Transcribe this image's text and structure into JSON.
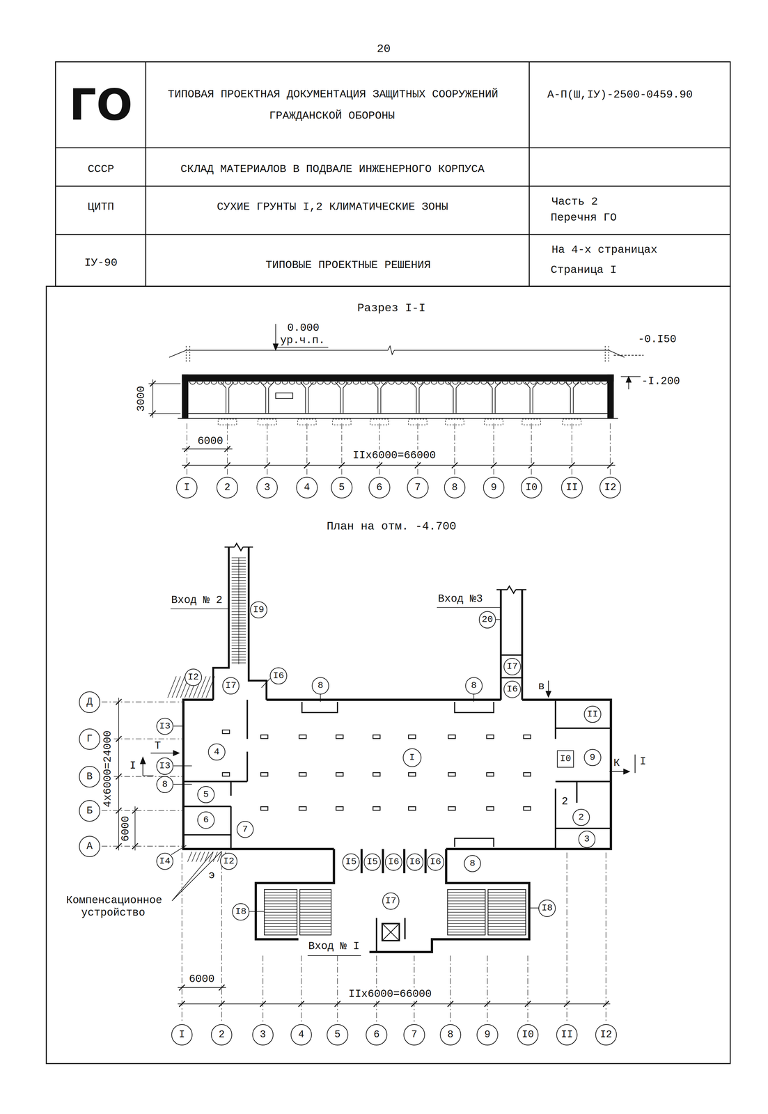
{
  "diagram": {
    "title": "ТИПОВАЯ ПРОЕКТНАЯ ДОКУМЕНТАЦИЯ ЗАЩИТНЫХ СООРУЖЕНИЙ ГРАЖДАНСКОЙ ОБОРОНЫ",
    "nodes": [
      {
        "text": [
          "I"
        ]
      },
      {
        "text": [
          "2"
        ]
      },
      {
        "text": [
          "3"
        ]
      },
      {
        "text": [
          "4"
        ]
      },
      {
        "text": [
          "5"
        ]
      },
      {
        "text": [
          "6"
        ]
      },
      {
        "text": [
          "7"
        ]
      },
      {
        "text": [
          "8"
        ]
      },
      {
        "text": [
          "9"
        ]
      },
      {
        "text": [
          "I0"
        ]
      },
      {
        "text": [
          "II"
        ]
      },
      {
        "text": [
          "I2"
        ]
      },
      {
        "text": [
          "I9"
        ]
      },
      {
        "text": [
          "20"
        ]
      },
      {
        "text": [
          "I7"
        ]
      },
      {
        "text": [
          "I2"
        ]
      },
      {
        "text": [
          "I6"
        ]
      },
      {
        "text": [
          "I7"
        ]
      },
      {
        "text": [
          "8"
        ]
      },
      {
        "text": [
          "8"
        ]
      },
      {
        "text": [
          "I6"
        ]
      },
      {
        "text": [
          "Д"
        ]
      },
      {
        "text": [
          "II"
        ]
      },
      {
        "text": [
          "I3"
        ]
      },
      {
        "text": [
          "Г"
        ]
      },
      {
        "text": [
          "4"
        ]
      },
      {
        "text": [
          "I"
        ]
      },
      {
        "text": [
          "9"
        ]
      },
      {
        "text": [
          "I0"
        ]
      },
      {
        "text": [
          "I3"
        ]
      },
      {
        "text": [
          "В"
        ]
      },
      {
        "text": [
          "8"
        ]
      },
      {
        "text": [
          "5"
        ]
      },
      {
        "text": [
          "Б"
        ]
      },
      {
        "text": [
          "2"
        ]
      },
      {
        "text": [
          "6"
        ]
      },
      {
        "text": [
          "7"
        ]
      },
      {
        "text": [
          "3"
        ]
      },
      {
        "text": [
          "А"
        ]
      },
      {
        "text": [
          "I4"
        ]
      },
      {
        "text": [
          "I2"
        ]
      },
      {
        "text": [
          "I5"
        ]
      },
      {
        "text": [
          "I5"
        ]
      },
      {
        "text": [
          "I6"
        ]
      },
      {
        "text": [
          "I6"
        ]
      },
      {
        "text": [
          "I6"
        ]
      },
      {
        "text": [
          "8"
        ]
      },
      {
        "text": [
          "I7"
        ]
      },
      {
        "text": [
          "I8"
        ]
      },
      {
        "text": [
          "I8"
        ]
      },
      {
        "text": [
          "I"
        ]
      },
      {
        "text": [
          "2"
        ]
      },
      {
        "text": [
          "3"
        ]
      },
      {
        "text": [
          "4"
        ]
      },
      {
        "text": [
          "5"
        ]
      },
      {
        "text": [
          "6"
        ]
      },
      {
        "text": [
          "7"
        ]
      },
      {
        "text": [
          "8"
        ]
      },
      {
        "text": [
          "9"
        ]
      },
      {
        "text": [
          "I0"
        ]
      },
      {
        "text": [
          "II"
        ]
      },
      {
        "text": [
          "I2"
        ]
      }
    ],
    "labels": [
      "20",
      "ГО",
      "А-П(Ш,IУ)-2500-0459.90",
      "СССР",
      "СКЛАД МАТЕРИАЛОВ В ПОДВАЛЕ ИНЖЕНЕРНОГО КОРПУСА",
      "ЦИТП",
      "СУХИЕ ГРУНТЫ I,2 КЛИМАТИЧЕСКИЕ ЗОНЫ",
      "Часть 2 Перечня ГО",
      "IУ-90",
      "ТИПОВЫЕ ПРОЕКТНЫЕ РЕШЕНИЯ",
      "На 4-х страницах Страница I",
      "Разрез I-I",
      "0.000",
      "ур.ч.п.",
      "-0.I50",
      "-I.200",
      "3000",
      "6000",
      "IIx6000=66000",
      "План на отм. -4.700",
      "Вход № 2",
      "Вход №3",
      "в",
      "Т",
      "I",
      "К",
      "I",
      "4x6000=24000",
      "2",
      "6000",
      "э",
      "Компенсационное устройство",
      "Вход № I",
      "6000",
      "IIx6000=66000"
    ]
  }
}
